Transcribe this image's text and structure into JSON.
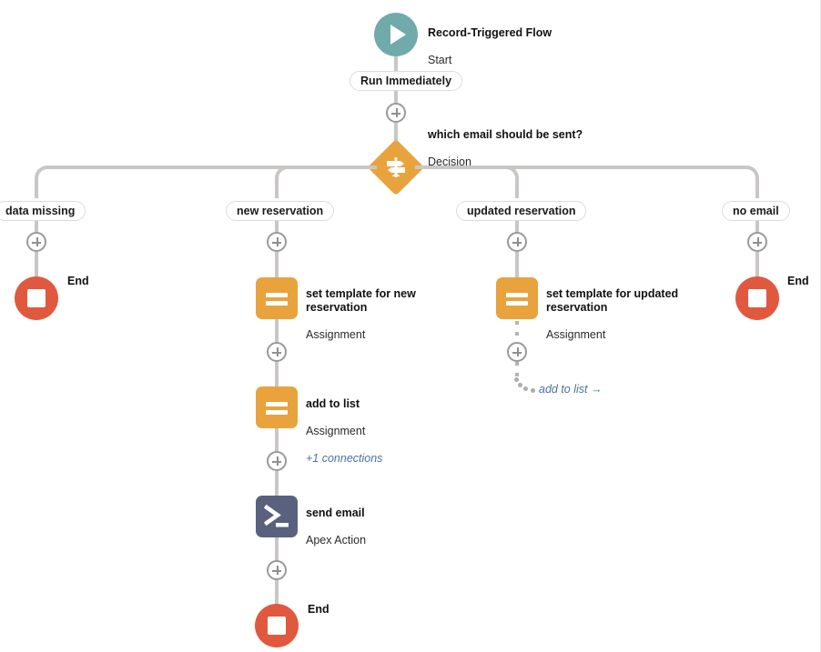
{
  "flow": {
    "start": {
      "title": "Record-Triggered Flow",
      "subtitle": "Start",
      "icon": "play-icon",
      "color": "#70aaab",
      "schedule_pill": "Run Immediately"
    },
    "decision": {
      "title": "which email should be sent?",
      "subtitle": "Decision",
      "icon": "signpost-icon",
      "color": "#e8a33d"
    },
    "branches": [
      {
        "label": "data missing"
      },
      {
        "label": "new reservation"
      },
      {
        "label": "updated reservation"
      },
      {
        "label": "no email"
      }
    ],
    "nodes": {
      "end_left": {
        "label": "End",
        "icon": "stop-square-icon",
        "color": "#e0593f"
      },
      "set_template_new": {
        "title": "set template for new reservation",
        "subtitle": "Assignment",
        "icon": "assignment-icon",
        "color": "#e8a33d"
      },
      "set_template_updated": {
        "title": "set template for updated reservation",
        "subtitle": "Assignment",
        "icon": "assignment-icon",
        "color": "#e8a33d"
      },
      "add_to_list": {
        "title": "add to list",
        "subtitle": "Assignment",
        "connections": "+1 connections",
        "icon": "assignment-icon",
        "color": "#e8a33d"
      },
      "send_email": {
        "title": "send email",
        "subtitle": "Apex Action",
        "icon": "apex-terminal-icon",
        "color": "#59617f"
      },
      "end_right": {
        "label": "End",
        "icon": "stop-square-icon",
        "color": "#e0593f"
      },
      "end_bottom": {
        "label": "End",
        "icon": "stop-square-icon",
        "color": "#e0593f"
      },
      "goto_add_to_list": {
        "label": "add to list →"
      }
    },
    "colors": {
      "connector": "#c9c7c5",
      "assignment": "#e8a33d",
      "decision": "#e8a33d",
      "apex": "#59617f",
      "end": "#e0593f",
      "start": "#70aaab",
      "link": "#4d6fa9"
    }
  }
}
